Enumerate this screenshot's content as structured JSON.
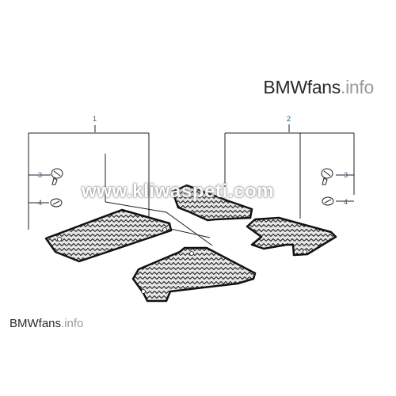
{
  "watermark_top": {
    "brand": "BMWfans",
    "suffix": ".info"
  },
  "watermark_bottom": {
    "brand": "BMWfans",
    "suffix": ".info"
  },
  "watermark_overlay": "www.kliwaspeti.com",
  "callouts": {
    "group_left": "1",
    "group_right": "2",
    "left_screw": "3",
    "left_cap": "4",
    "right_screw": "3",
    "right_cap": "4"
  },
  "colors": {
    "callout": "#1f5fb0",
    "line": "#222222",
    "mat_fill": "#e6e6e6"
  },
  "icons": {
    "fastener": "screw-icon",
    "cap": "cap-icon"
  }
}
